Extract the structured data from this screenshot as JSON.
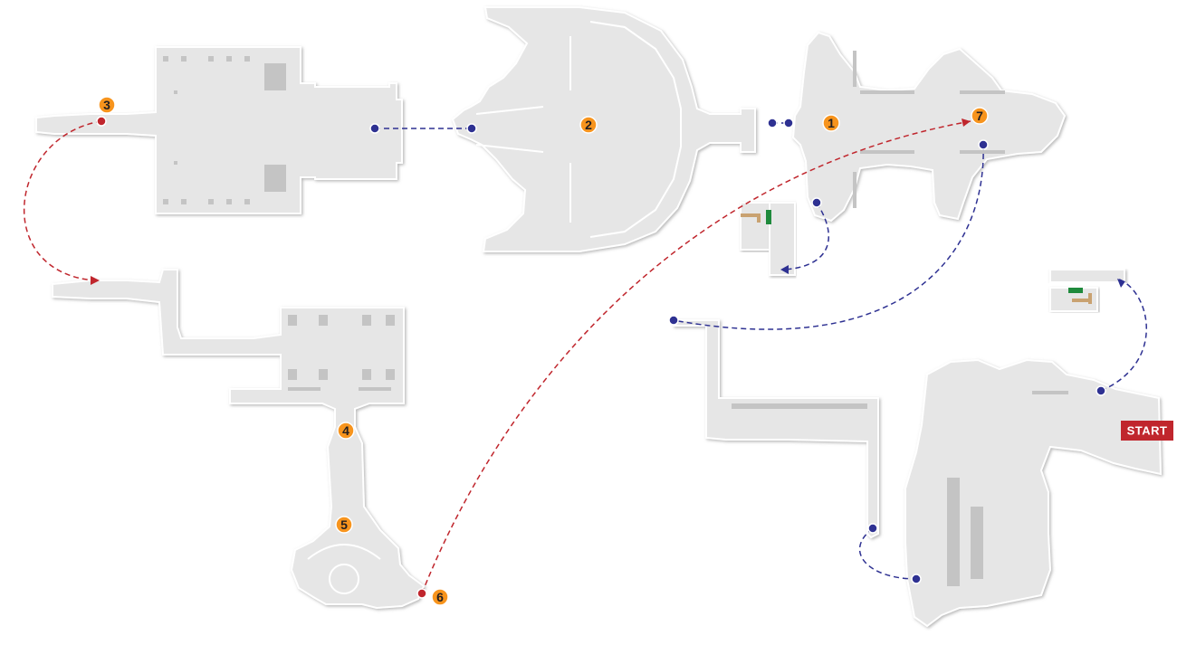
{
  "map": {
    "markers": [
      {
        "id": "1",
        "label": "1"
      },
      {
        "id": "2",
        "label": "2"
      },
      {
        "id": "3",
        "label": "3"
      },
      {
        "id": "4",
        "label": "4"
      },
      {
        "id": "5",
        "label": "5"
      },
      {
        "id": "6",
        "label": "6"
      },
      {
        "id": "7",
        "label": "7"
      }
    ],
    "start_label": "START",
    "colors": {
      "floor": "#e6e6e6",
      "marker": "#f7941d",
      "route_red": "#c0262d",
      "route_blue": "#2e3192",
      "start_badge": "#c0262d",
      "stairs": "#1f8a3c"
    }
  }
}
